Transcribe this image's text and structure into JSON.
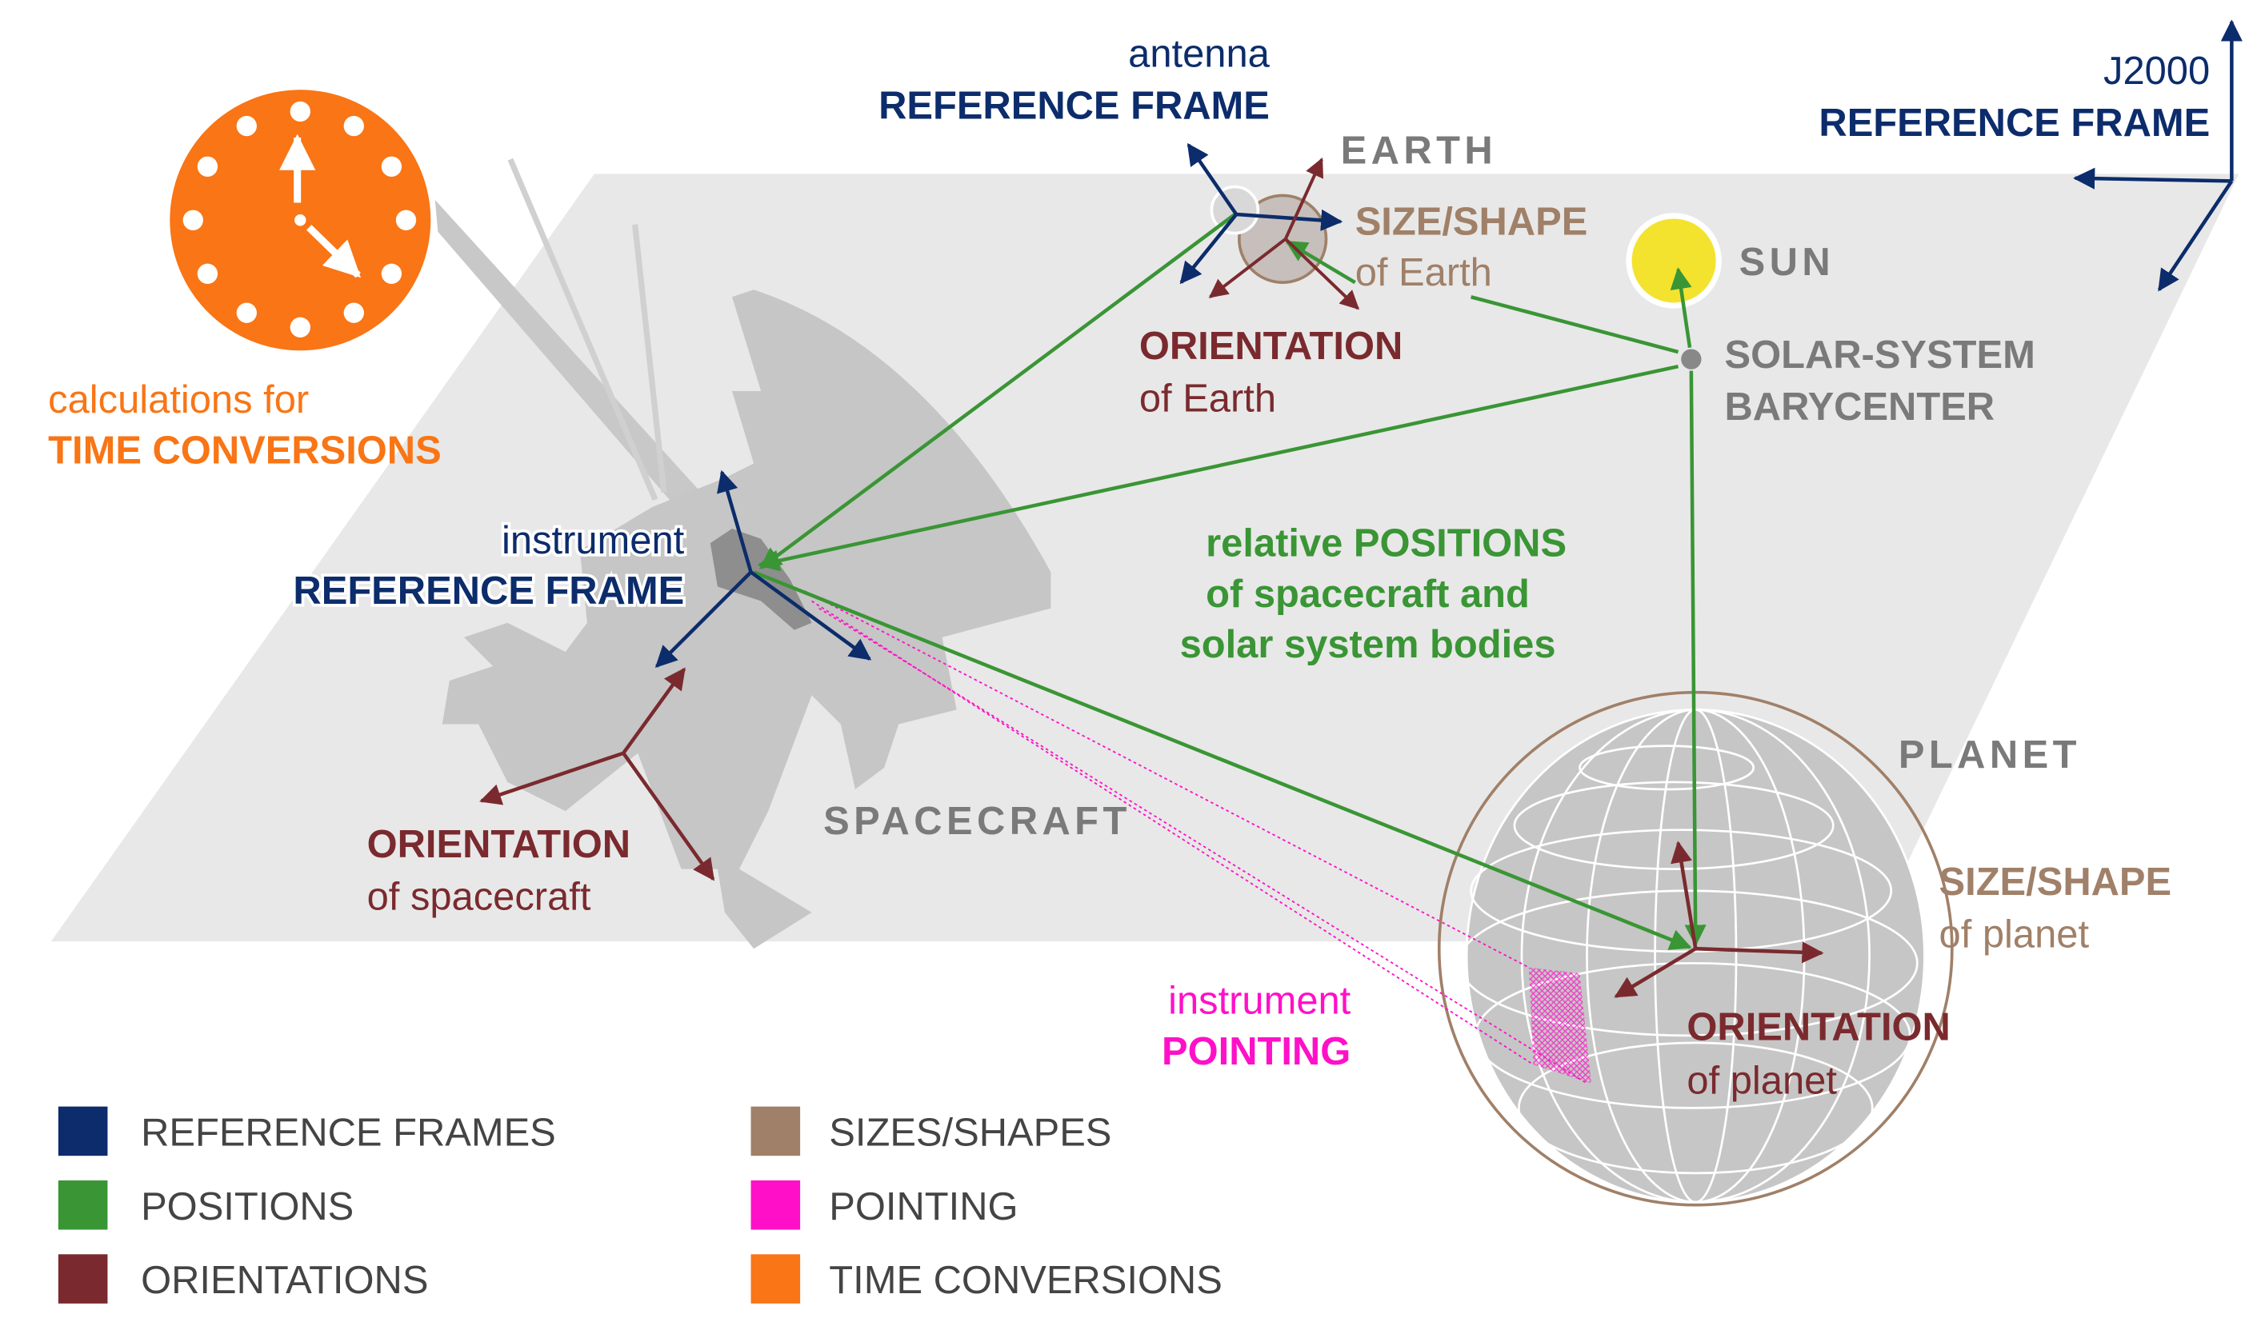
{
  "colors": {
    "reference_frames": "#0c2c6b",
    "positions": "#3a9535",
    "orientations": "#7a2a2e",
    "sizes_shapes": "#a08068",
    "pointing": "#ff10c8",
    "time_conversions": "#f97515",
    "plane": "#e8e8e8",
    "body_gray": "#c6c6c6",
    "label_gray": "#7a7a7a",
    "sun": "#f3e32f"
  },
  "time": {
    "line1": "calculations for",
    "line2": "TIME CONVERSIONS"
  },
  "antenna_frame": {
    "line1": "antenna",
    "line2": "REFERENCE FRAME"
  },
  "j2000_frame": {
    "line1": "J2000",
    "line2": "REFERENCE FRAME"
  },
  "instrument_frame": {
    "line1": "instrument",
    "line2": "REFERENCE FRAME"
  },
  "earth": {
    "name": "EARTH",
    "size_line1": "SIZE/SHAPE",
    "size_line2": "of Earth",
    "orient_line1": "ORIENTATION",
    "orient_line2": "of Earth"
  },
  "sun": {
    "name": "SUN"
  },
  "barycenter": {
    "line1": "SOLAR-SYSTEM",
    "line2": "BARYCENTER"
  },
  "positions": {
    "line1": "relative POSITIONS",
    "line2": "of spacecraft and",
    "line3": "solar system bodies"
  },
  "spacecraft": {
    "name": "SPACECRAFT",
    "orient_line1": "ORIENTATION",
    "orient_line2": "of spacecraft"
  },
  "planet": {
    "name": "PLANET",
    "size_line1": "SIZE/SHAPE",
    "size_line2": "of planet",
    "orient_line1": "ORIENTATION",
    "orient_line2": "of planet"
  },
  "pointing": {
    "line1": "instrument",
    "line2": "POINTING"
  },
  "legend": [
    {
      "label": "REFERENCE FRAMES",
      "color": "#0c2c6b"
    },
    {
      "label": "POSITIONS",
      "color": "#3a9535"
    },
    {
      "label": "ORIENTATIONS",
      "color": "#7a2a2e"
    },
    {
      "label": "SIZES/SHAPES",
      "color": "#a08068"
    },
    {
      "label": "POINTING",
      "color": "#ff10c8"
    },
    {
      "label": "TIME CONVERSIONS",
      "color": "#f97515"
    }
  ]
}
